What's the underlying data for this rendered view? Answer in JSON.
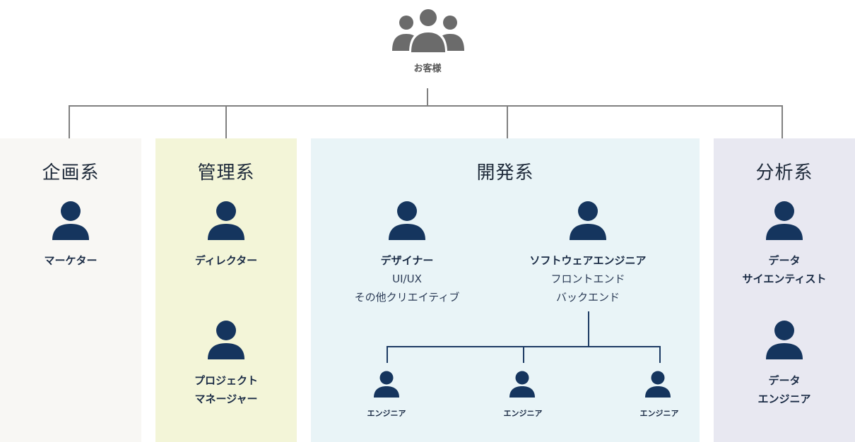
{
  "customer": {
    "label": "お客様",
    "icon": "users-group-icon"
  },
  "colors": {
    "person": "#15355e",
    "customer": "#6b6b6b",
    "connector": "#808080",
    "panel_planning": "#f8f7f4",
    "panel_management": "#f3f5d8",
    "panel_development": "#e9f4f7",
    "panel_analysis": "#e8e8f1"
  },
  "panels": {
    "planning": {
      "title": "企画系",
      "roles": [
        {
          "name": "マーケター"
        }
      ]
    },
    "management": {
      "title": "管理系",
      "roles": [
        {
          "name": "ディレクター"
        },
        {
          "line1": "プロジェクト",
          "line2": "マネージャー"
        }
      ]
    },
    "development": {
      "title": "開発系",
      "designer": {
        "name": "デザイナー",
        "sub1": "UI/UX",
        "sub2": "その他クリエイティブ"
      },
      "software": {
        "name": "ソフトウェアエンジニア",
        "sub1": "フロントエンド",
        "sub2": "バックエンド"
      },
      "engineers": [
        "エンジニア",
        "エンジニア",
        "エンジニア"
      ]
    },
    "analysis": {
      "title": "分析系",
      "roles": [
        {
          "line1": "データ",
          "line2": "サイエンティスト"
        },
        {
          "line1": "データ",
          "line2": "エンジニア"
        }
      ]
    }
  }
}
